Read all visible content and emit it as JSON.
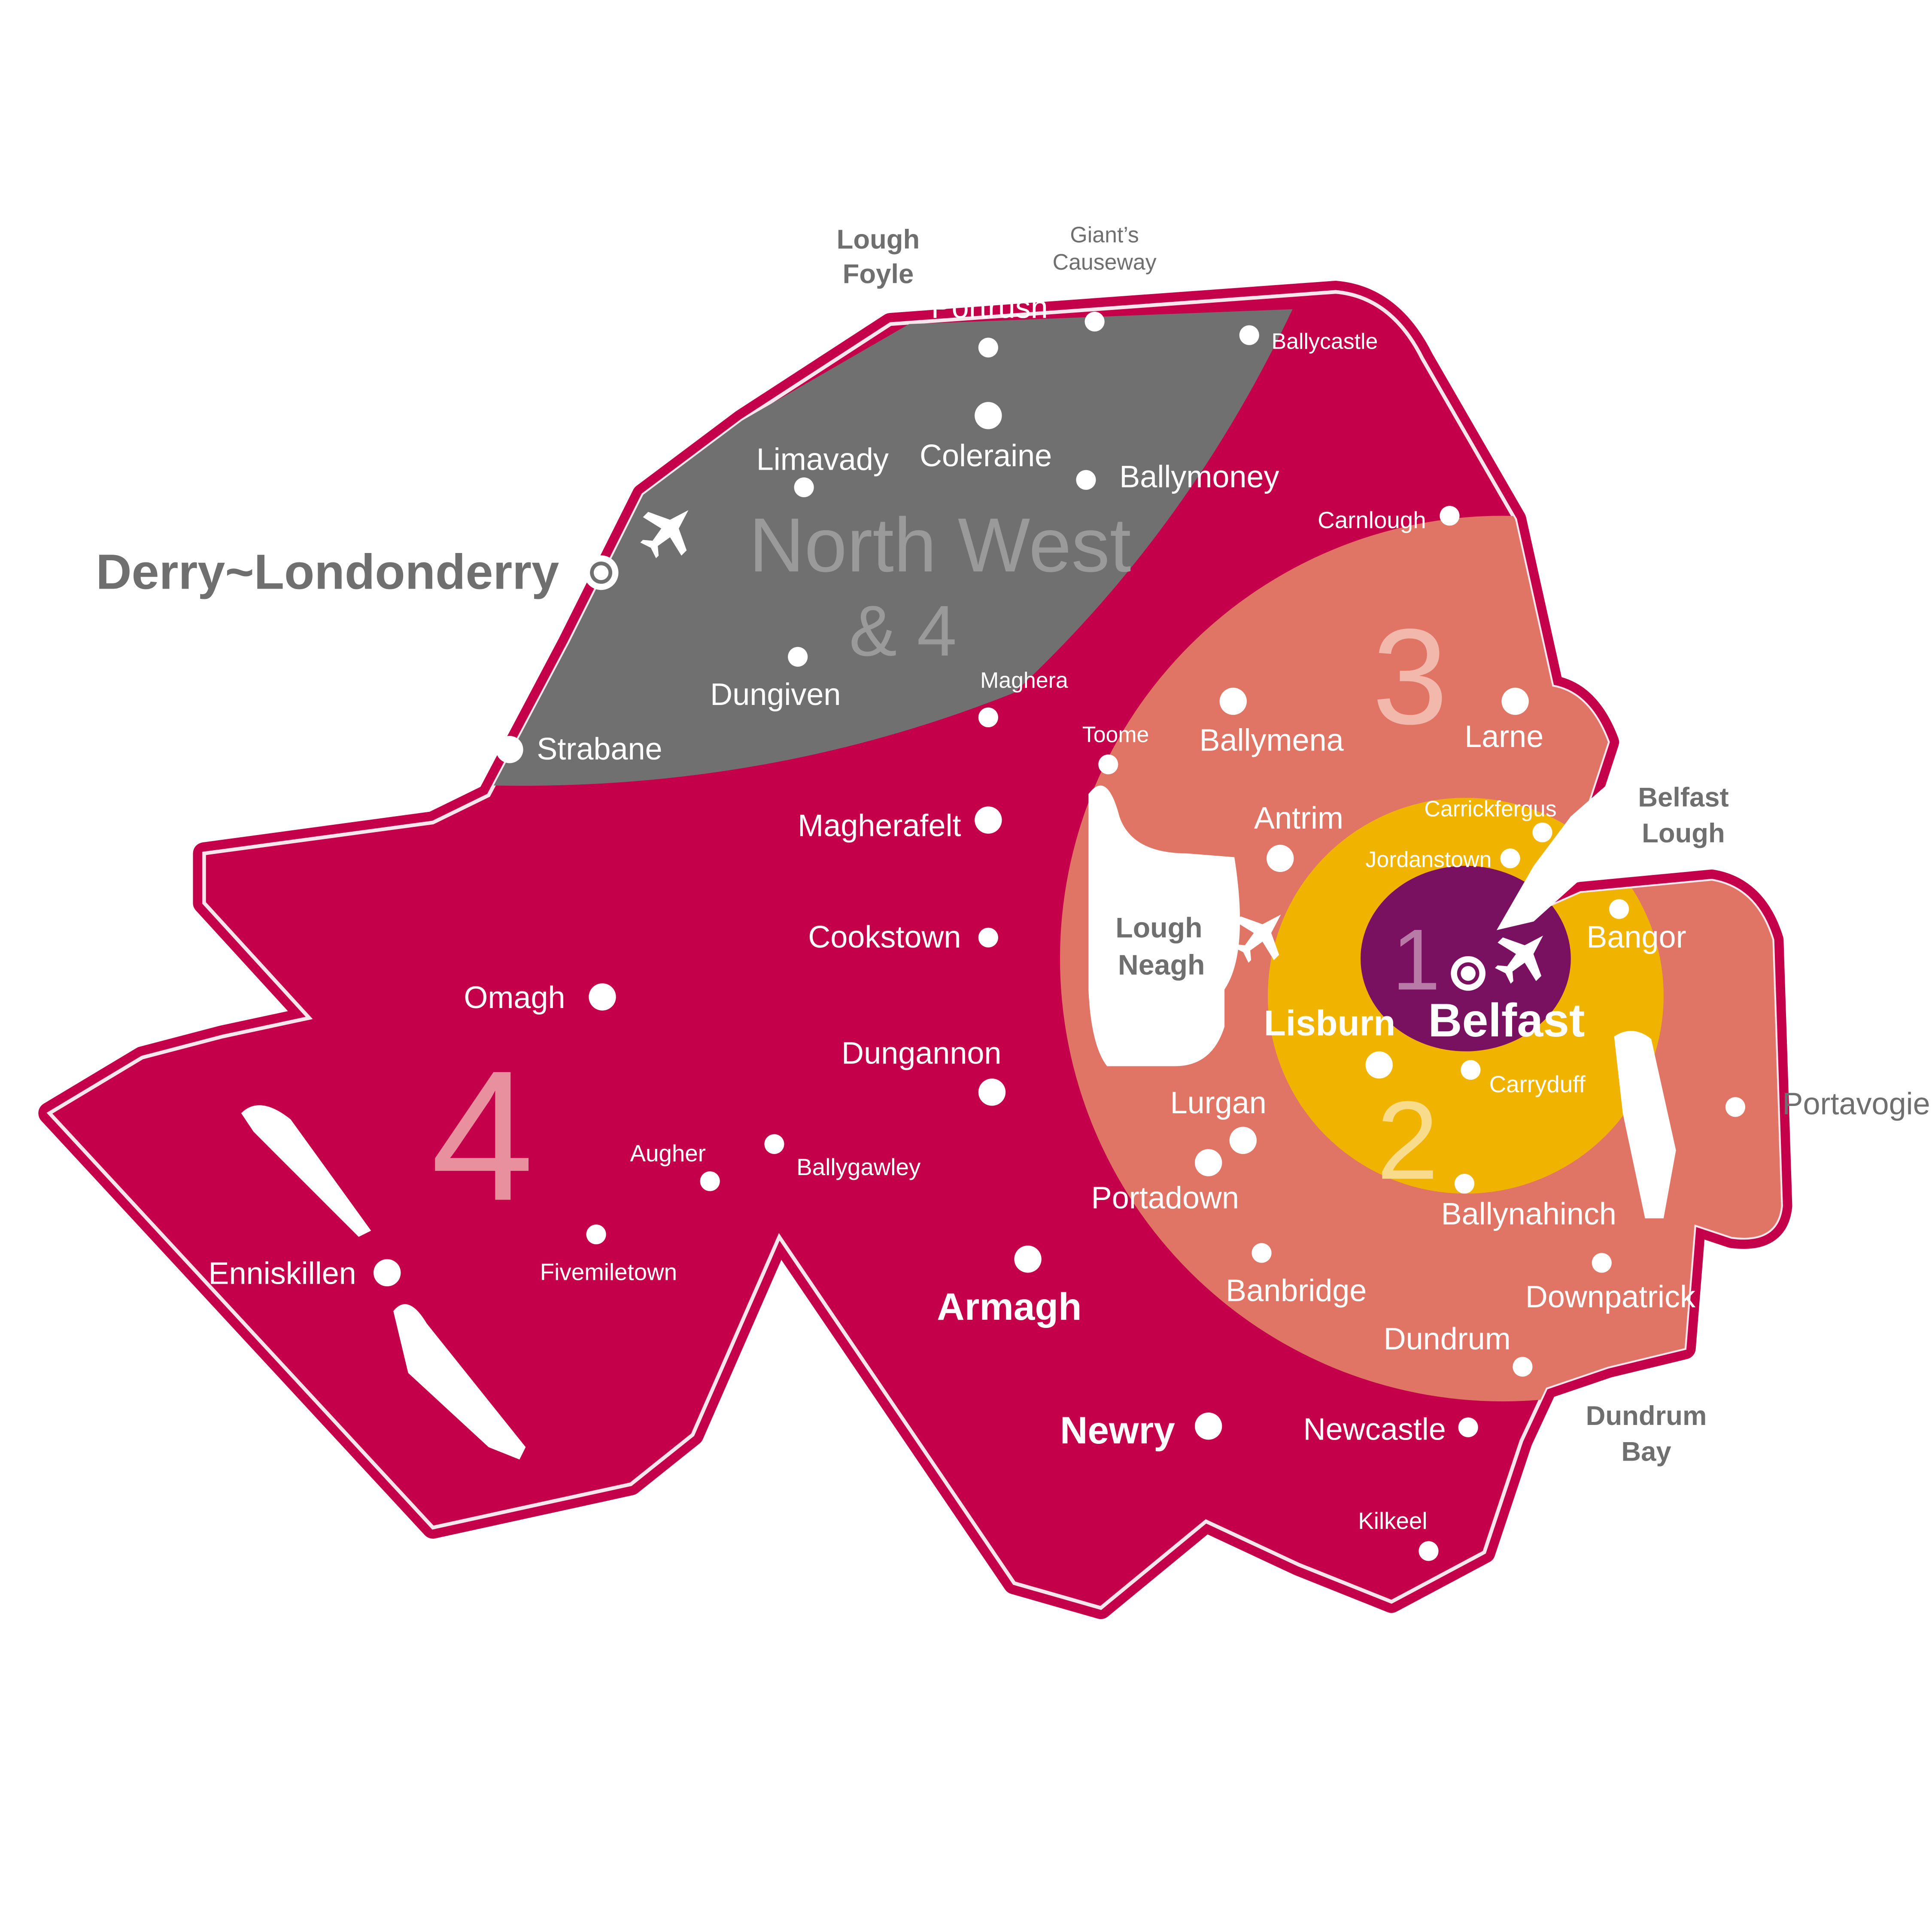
{
  "colors": {
    "land": "#c4004b",
    "zone_north_west": "#707070",
    "zone_3": "#e07565",
    "zone_2": "#f0b400",
    "zone_1": "#7a1060",
    "water": "#ffffff",
    "town_dot": "#ffffff",
    "label_light": "#ffffff",
    "label_dark": "#6f6f6f"
  },
  "zones": {
    "north_west_line1": "North West",
    "north_west_line2": "& 4",
    "zone_4": "4",
    "zone_3": "3",
    "zone_2": "2",
    "zone_1": "1"
  },
  "water_labels": {
    "lough_foyle_1": "Lough",
    "lough_foyle_2": "Foyle",
    "lough_neagh_1": "Lough",
    "lough_neagh_2": "Neagh",
    "belfast_lough_1": "Belfast",
    "belfast_lough_2": "Lough",
    "dundrum_bay_1": "Dundrum",
    "dundrum_bay_2": "Bay"
  },
  "landmarks": {
    "giants_causeway_1": "Giant’s",
    "giants_causeway_2": "Causeway"
  },
  "towns": {
    "derry": "Derry~Londonderry",
    "portrush": "Portrush",
    "ballycastle": "Ballycastle",
    "coleraine": "Coleraine",
    "limavady": "Limavady",
    "ballymoney": "Ballymoney",
    "carnlough": "Carnlough",
    "dungiven": "Dungiven",
    "maghera": "Maghera",
    "strabane": "Strabane",
    "toome": "Toome",
    "ballymena": "Ballymena",
    "larne": "Larne",
    "magherafelt": "Magherafelt",
    "antrim": "Antrim",
    "carrickfergus": "Carrickfergus",
    "jordanstown": "Jordanstown",
    "cookstown": "Cookstown",
    "bangor": "Bangor",
    "belfast": "Belfast",
    "lisburn": "Lisburn",
    "omagh": "Omagh",
    "dungannon": "Dungannon",
    "carryduff": "Carryduff",
    "lurgan": "Lurgan",
    "portavogie": "Portavogie",
    "augher": "Augher",
    "ballygawley": "Ballygawley",
    "portadown": "Portadown",
    "ballynahinch": "Ballynahinch",
    "fivemiletown": "Fivemiletown",
    "enniskillen": "Enniskillen",
    "banbridge": "Banbridge",
    "downpatrick": "Downpatrick",
    "armagh": "Armagh",
    "dundrum": "Dundrum",
    "newry": "Newry",
    "newcastle": "Newcastle",
    "kilkeel": "Kilkeel"
  },
  "icons": [
    "airport-icon",
    "city-marker-icon",
    "town-dot-icon"
  ]
}
